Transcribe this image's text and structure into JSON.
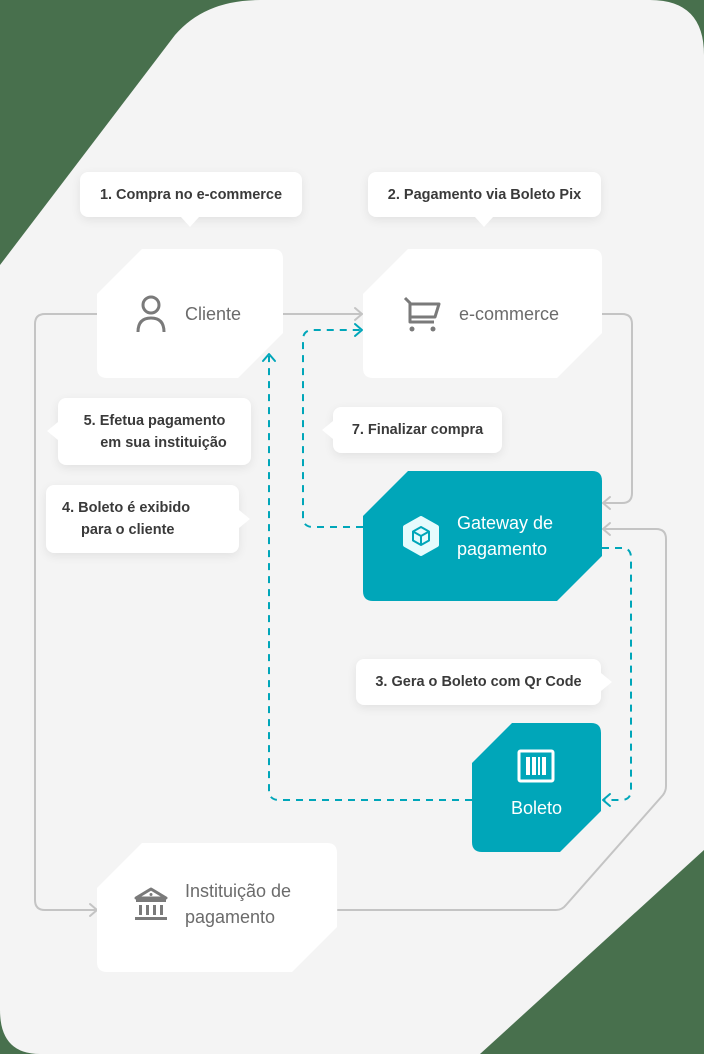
{
  "colors": {
    "outer_background": "#48704d",
    "panel_background": "#f4f4f4",
    "card_white": "#ffffff",
    "accent_teal": "#00a6b9",
    "connector_gray": "#c4c4c4",
    "node_text_gray": "#6b6b6b",
    "callout_text": "#3a3a3a"
  },
  "nodes": {
    "cliente": {
      "label": "Cliente",
      "icon": "user-icon"
    },
    "ecommerce": {
      "label": "e-commerce",
      "icon": "shopping-cart-icon"
    },
    "gateway": {
      "label_line1": "Gateway de",
      "label_line2": "pagamento",
      "icon": "cube-hexagon-icon"
    },
    "boleto": {
      "label": "Boleto",
      "icon": "barcode-icon"
    },
    "instituicao": {
      "label_line1": "Instituição de",
      "label_line2": "pagamento",
      "icon": "bank-icon"
    }
  },
  "steps": [
    {
      "id": "step1",
      "text": "1. Compra no e-commerce"
    },
    {
      "id": "step2",
      "text": "2. Pagamento via Boleto Pix"
    },
    {
      "id": "step3",
      "text": "3. Gera o Boleto com Qr Code"
    },
    {
      "id": "step4",
      "line1": "4. Boleto é exibido",
      "line2": "para o cliente"
    },
    {
      "id": "step5",
      "line1": "5. Efetua pagamento",
      "line2": "em sua instituição"
    },
    {
      "id": "step7",
      "text": "7. Finalizar compra"
    }
  ],
  "connectors": [
    {
      "from": "cliente",
      "to": "ecommerce",
      "style": "solid-gray"
    },
    {
      "from": "ecommerce",
      "to": "gateway",
      "style": "solid-gray"
    },
    {
      "from": "cliente",
      "to": "instituicao",
      "style": "solid-gray"
    },
    {
      "from": "instituicao",
      "to": "gateway",
      "style": "solid-gray"
    },
    {
      "from": "gateway",
      "to": "boleto",
      "style": "dashed-teal"
    },
    {
      "from": "boleto",
      "to": "cliente",
      "style": "dashed-teal"
    },
    {
      "from": "gateway",
      "to": "ecommerce",
      "style": "dashed-teal"
    }
  ]
}
